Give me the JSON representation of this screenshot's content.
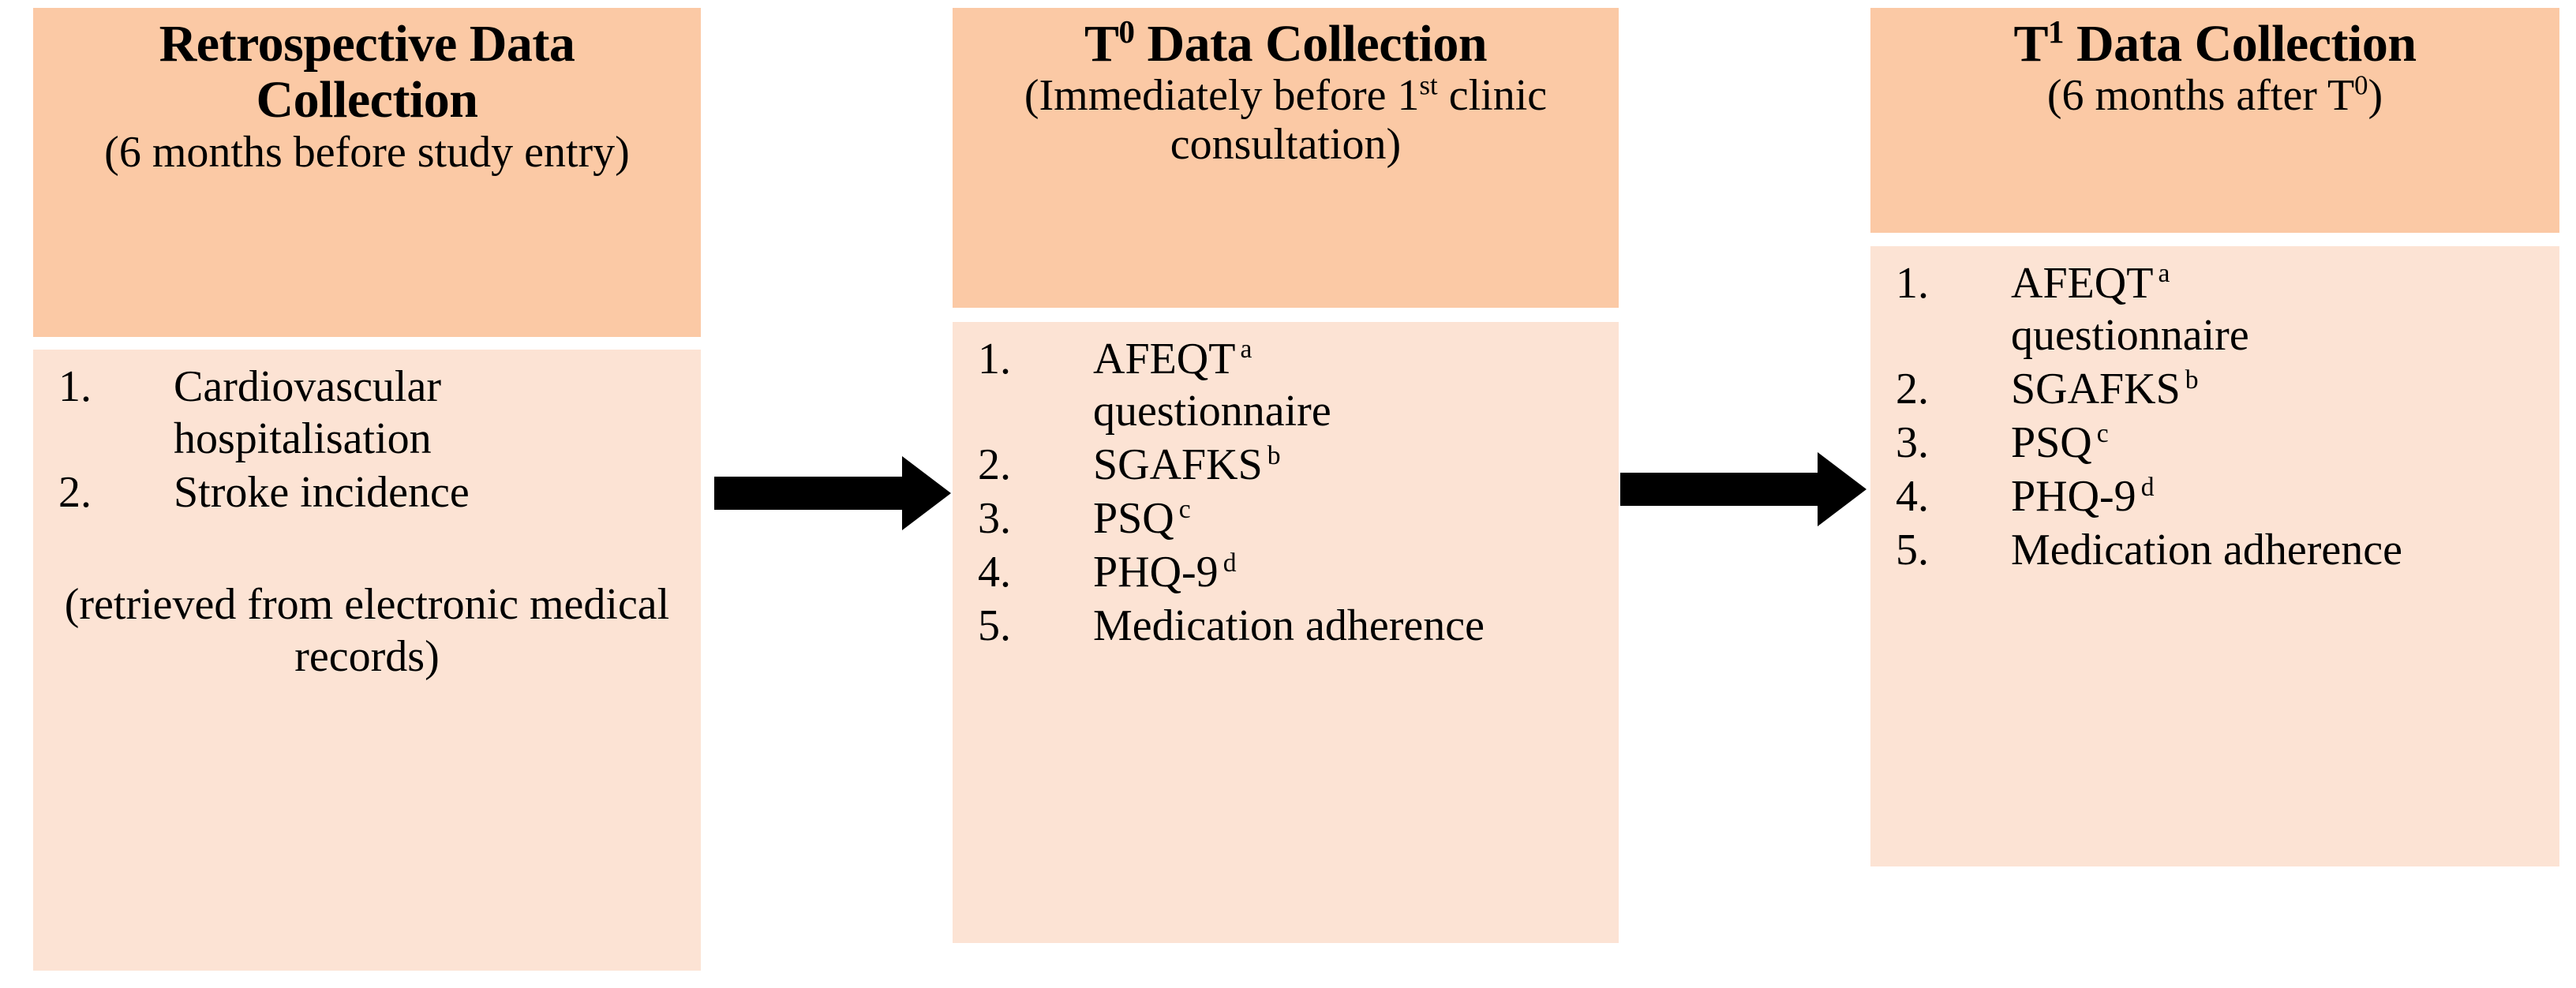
{
  "diagram": {
    "type": "flow",
    "orientation": "left-to-right",
    "colors": {
      "header_fill": "#fbc9a5",
      "body_fill": "#fce3d4",
      "text": "#000000",
      "arrow": "#000000",
      "background": "#ffffff"
    },
    "stages": [
      {
        "id": "retrospective",
        "title": "Retrospective Data Collection",
        "title_parts": [
          {
            "text": "Retrospective Data "
          },
          {
            "text": "Collection"
          }
        ],
        "subtitle": "(6 months before study entry)",
        "items": [
          {
            "number": "1.",
            "text": "Cardiovascular hospitalisation",
            "superscript": ""
          },
          {
            "number": "2.",
            "text": "Stroke incidence",
            "superscript": ""
          }
        ],
        "note": "(retrieved from electronic medical records)"
      },
      {
        "id": "t0",
        "title": "T0 Data Collection",
        "title_base": "T",
        "title_sup": "0",
        "title_rest": " Data Collection",
        "subtitle_pre": "(Immediately before 1",
        "subtitle_sup": "st",
        "subtitle_post": " clinic consultation)",
        "items": [
          {
            "number": "1.",
            "text": "AFEQT",
            "superscript": "a",
            "continuation": "questionnaire"
          },
          {
            "number": "2.",
            "text": "SGAFKS",
            "superscript": "b"
          },
          {
            "number": "3.",
            "text": "PSQ",
            "superscript": "c"
          },
          {
            "number": "4.",
            "text": "PHQ-9",
            "superscript": "d"
          },
          {
            "number": "5.",
            "text": "Medication adherence",
            "superscript": ""
          }
        ]
      },
      {
        "id": "t1",
        "title": "T1 Data Collection",
        "title_base": "T",
        "title_sup": "1",
        "title_rest": " Data Collection",
        "subtitle_pre": "(6 months after T",
        "subtitle_sup": "0",
        "subtitle_post": ")",
        "items": [
          {
            "number": "1.",
            "text": "AFEQT",
            "superscript": "a",
            "continuation": "questionnaire"
          },
          {
            "number": "2.",
            "text": "SGAFKS",
            "superscript": "b"
          },
          {
            "number": "3.",
            "text": "PSQ",
            "superscript": "c"
          },
          {
            "number": "4.",
            "text": "PHQ-9",
            "superscript": "d"
          },
          {
            "number": "5.",
            "text": "Medication adherence",
            "superscript": ""
          }
        ]
      }
    ],
    "connectors": [
      {
        "id": "arrow-1",
        "from": "retrospective",
        "to": "t0",
        "icon": "right-arrow-icon"
      },
      {
        "id": "arrow-2",
        "from": "t0",
        "to": "t1",
        "icon": "right-arrow-icon"
      }
    ]
  }
}
